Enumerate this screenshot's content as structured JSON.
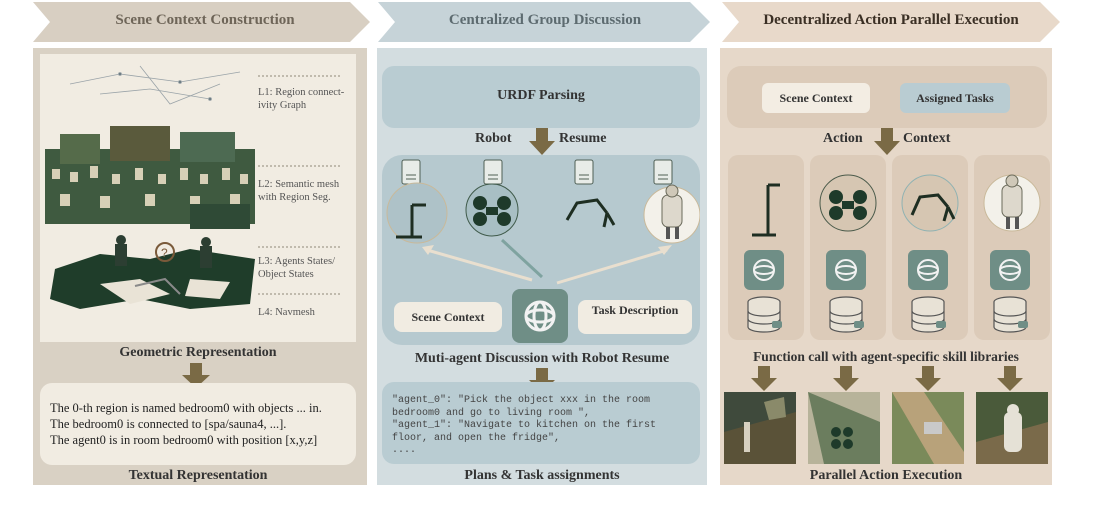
{
  "stages": [
    {
      "title": "Scene Context Construction",
      "color": "#d8cfc2",
      "text_color": "#6e6558"
    },
    {
      "title": "Centralized Group Discussion",
      "color": "#c6d3d8",
      "text_color": "#5d6b70"
    },
    {
      "title": "Decentralized Action Parallel Execution",
      "color": "#e8d9ca",
      "text_color": "#3a2f24"
    }
  ],
  "col1": {
    "layers": [
      "L1: Region connect-ivity Graph",
      "L2: Semantic mesh with Region Seg.",
      "L3: Agents States/ Object States",
      "L4: Navmesh"
    ],
    "geometric_caption": "Geometric Representation",
    "text_lines": [
      "The 0-th region is named bedroom0 with objects ... in.",
      "The bedroom0 is connected to [spa/sauna4, ...].",
      "The agent0 is in room bedroom0  with position [x,y,z]"
    ],
    "textual_caption": "Textual Representation"
  },
  "col2": {
    "urdf": "URDF Parsing",
    "robot": "Robot",
    "resume": "Resume",
    "scene_context": "Scene Context",
    "task_description": "Task Description",
    "discussion_caption": "Muti-agent Discussion with Robot Resume",
    "plan_lines": [
      "\"agent_0\": \"Pick the object xxx in the room bedroom0 and go to living room \",",
      "\"agent_1\": \"Navigate to kitchen on the first floor, and open the fridge\",",
      "...."
    ],
    "plans_caption": "Plans & Task assignments"
  },
  "col3": {
    "scene_context": "Scene Context",
    "assigned_tasks": "Assigned Tasks",
    "action": "Action",
    "context": "Context",
    "function_caption": "Function call with agent-specific skill libraries",
    "parallel_caption": "Parallel Action Execution"
  },
  "colors": {
    "arrow": "#7a6a45",
    "panel1": "#d9d1c4",
    "panel2": "#c9d6da",
    "panel3": "#e6d8c9",
    "teal": "#6f8e86"
  }
}
